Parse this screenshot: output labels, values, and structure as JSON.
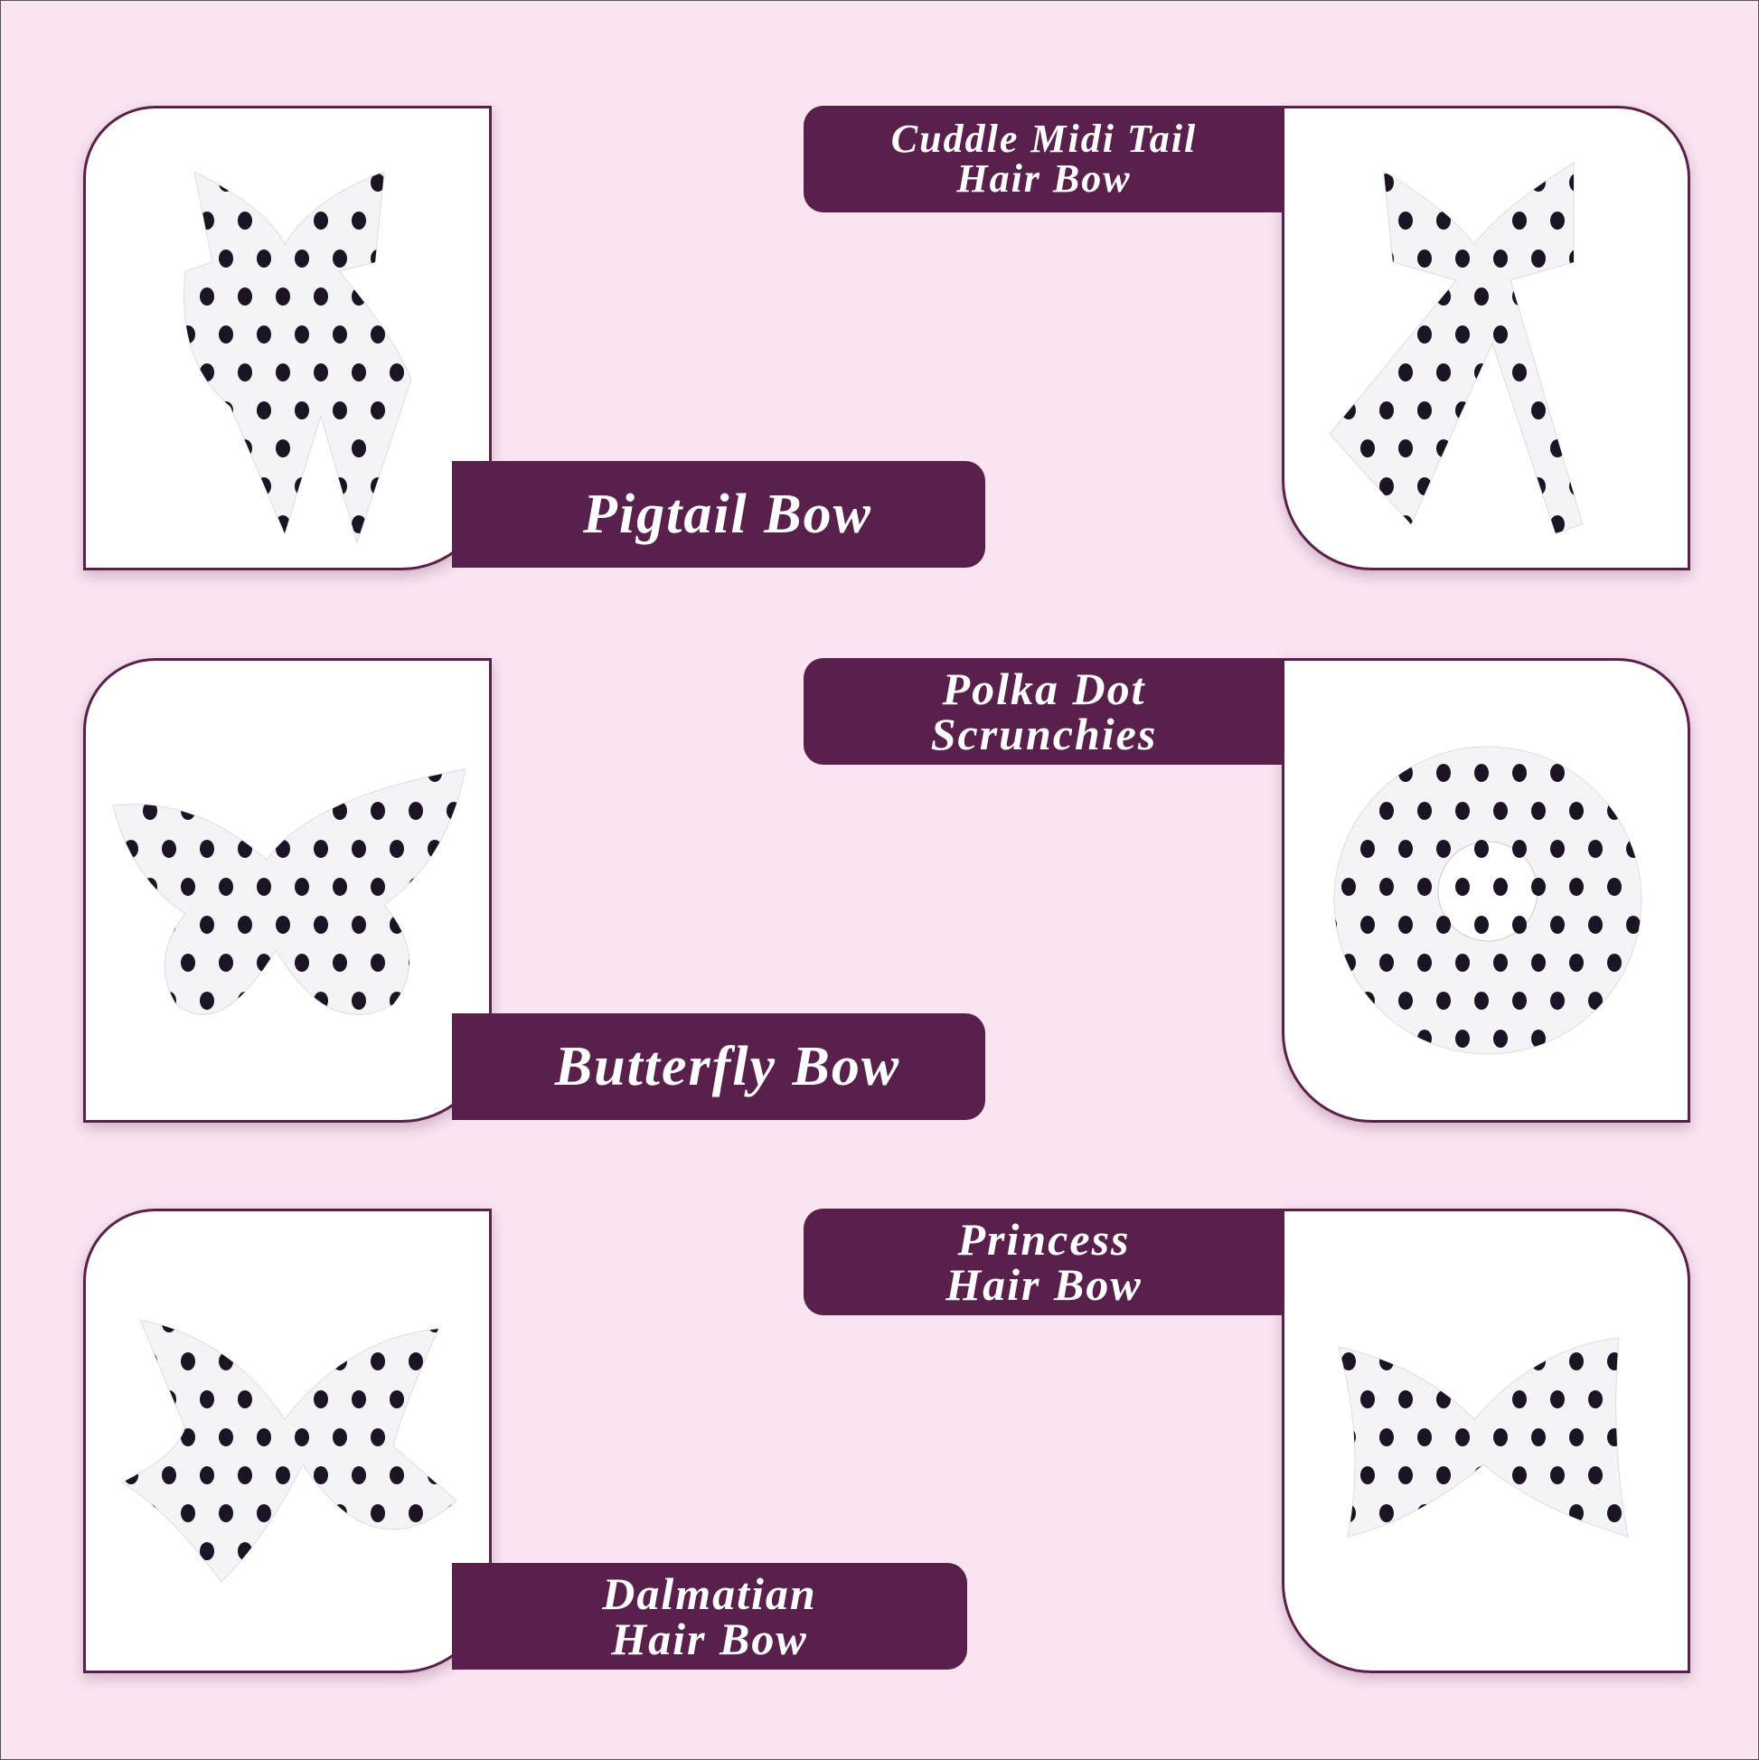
{
  "products": [
    {
      "name": "Pigtail Bow",
      "lines": [
        "Pigtail Bow"
      ]
    },
    {
      "name": "Cuddle Midi Tail Hair Bow",
      "lines": [
        "Cuddle Midi Tail",
        "Hair Bow"
      ]
    },
    {
      "name": "Butterfly Bow",
      "lines": [
        "Butterfly Bow"
      ]
    },
    {
      "name": "Polka Dot Scrunchies",
      "lines": [
        "Polka Dot",
        "Scrunchies"
      ]
    },
    {
      "name": "Dalmatian Hair Bow",
      "lines": [
        "Dalmatian",
        "Hair Bow"
      ]
    },
    {
      "name": "Princess Hair Bow",
      "lines": [
        "Princess",
        "Hair Bow"
      ]
    }
  ],
  "colors": {
    "background": "#f9e4f0",
    "accent": "#58204b",
    "dot": "#1a1424"
  }
}
